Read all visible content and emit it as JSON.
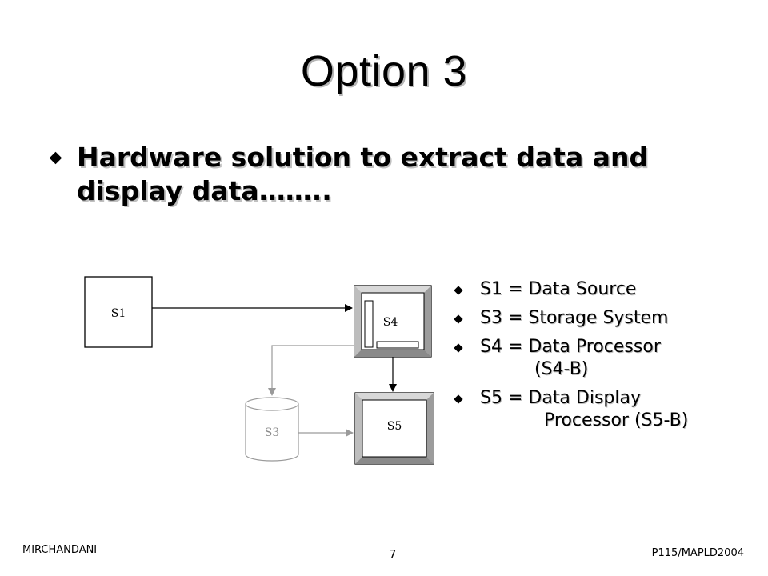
{
  "slide": {
    "title": "Option 3",
    "bullet": "Hardware solution to extract data and display data……..",
    "footer_left": "MIRCHANDANI",
    "page_number": "7",
    "footer_right": "P115/MAPLD2004"
  },
  "diagram": {
    "s1": "S1",
    "s3": "S3",
    "s4": "S4",
    "s5": "S5"
  },
  "legend": [
    {
      "text": "S1 = Data Source"
    },
    {
      "text": "S3 = Storage System"
    },
    {
      "text": "S4 = Data Processor",
      "cont": "(S4-B)"
    },
    {
      "text": "S5 = Data Display",
      "cont": "Processor (S5-B)"
    }
  ],
  "colors": {
    "text": "#000000",
    "shadow": "#c0c0c0",
    "gray_line": "#9a9a9a",
    "bevel_dark": "#7a7a7a",
    "bevel_light": "#d4d4d4"
  }
}
